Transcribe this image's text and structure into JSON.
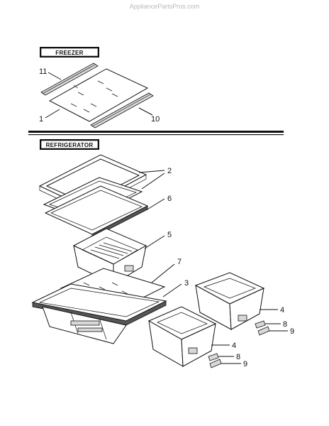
{
  "watermark": "AppliancePartsPros.com",
  "sections": {
    "freezer": "FREEZER",
    "refrigerator": "REFRIGERATOR"
  },
  "callouts": {
    "c11": "11",
    "c1": "1",
    "c10": "10",
    "c2": "2",
    "c6": "6",
    "c5": "5",
    "c7": "7",
    "c3": "3",
    "c4a": "4",
    "c8a": "8",
    "c9a": "9",
    "c4b": "4",
    "c8b": "8",
    "c9b": "9"
  }
}
